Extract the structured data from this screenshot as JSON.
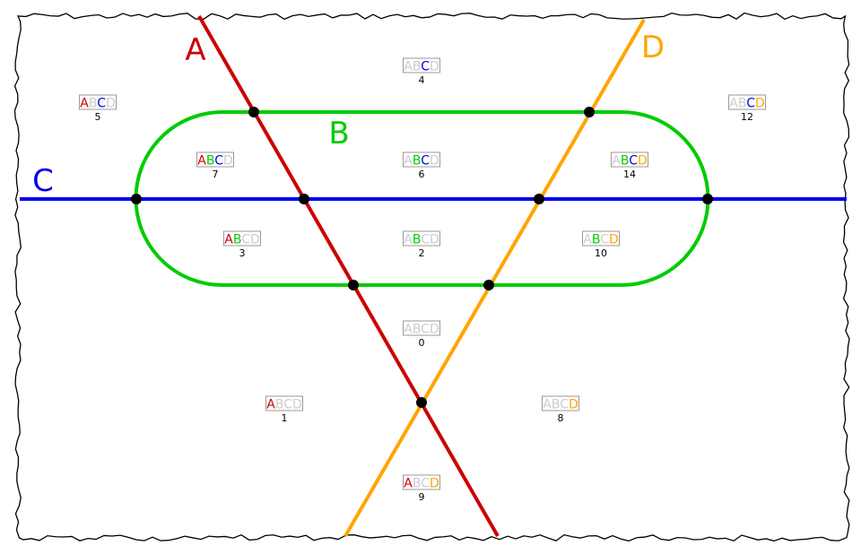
{
  "diagram": {
    "inactive_color": "#cccccc",
    "sets": [
      {
        "id": "A",
        "label": "A",
        "color": "#cc0000"
      },
      {
        "id": "B",
        "label": "B",
        "color": "#00cc00"
      },
      {
        "id": "C",
        "label": "C",
        "color": "#0000ee"
      },
      {
        "id": "D",
        "label": "D",
        "color": "#ffa500"
      }
    ],
    "regions": [
      {
        "number": "0",
        "members": []
      },
      {
        "number": "1",
        "members": [
          "A"
        ]
      },
      {
        "number": "2",
        "members": [
          "B"
        ]
      },
      {
        "number": "3",
        "members": [
          "A",
          "B"
        ]
      },
      {
        "number": "4",
        "members": [
          "C"
        ]
      },
      {
        "number": "5",
        "members": [
          "A",
          "C"
        ]
      },
      {
        "number": "6",
        "members": [
          "B",
          "C"
        ]
      },
      {
        "number": "7",
        "members": [
          "A",
          "B",
          "C"
        ]
      },
      {
        "number": "8",
        "members": [
          "D"
        ]
      },
      {
        "number": "9",
        "members": [
          "A",
          "D"
        ]
      },
      {
        "number": "10",
        "members": [
          "B",
          "D"
        ]
      },
      {
        "number": "12",
        "members": [
          "C",
          "D"
        ]
      },
      {
        "number": "14",
        "members": [
          "B",
          "C",
          "D"
        ]
      }
    ]
  }
}
